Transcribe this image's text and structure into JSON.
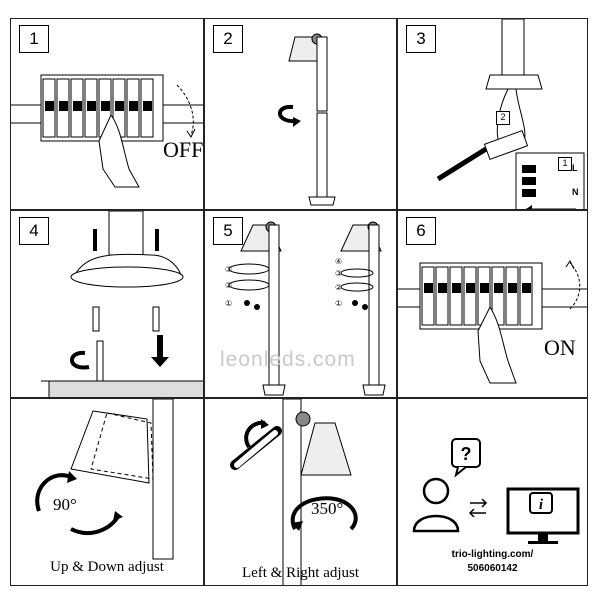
{
  "steps": [
    {
      "number": "1",
      "label": "OFF"
    },
    {
      "number": "2"
    },
    {
      "number": "3",
      "inset_number": "1",
      "sub_number": "2",
      "terminal_l": "L",
      "terminal_n": "N"
    },
    {
      "number": "4"
    },
    {
      "number": "5",
      "left_stack": [
        "③",
        "②",
        "①"
      ],
      "right_stack": [
        "④",
        "③",
        "②",
        "①"
      ]
    },
    {
      "number": "6",
      "label": "ON"
    },
    {
      "angle": "90°",
      "caption": "Up & Down adjust"
    },
    {
      "angle": "350°",
      "caption": "Left & Right adjust"
    },
    {
      "support_url": "trio-lighting.com/",
      "support_code": "506060142"
    }
  ],
  "watermark": "leonleds.com"
}
